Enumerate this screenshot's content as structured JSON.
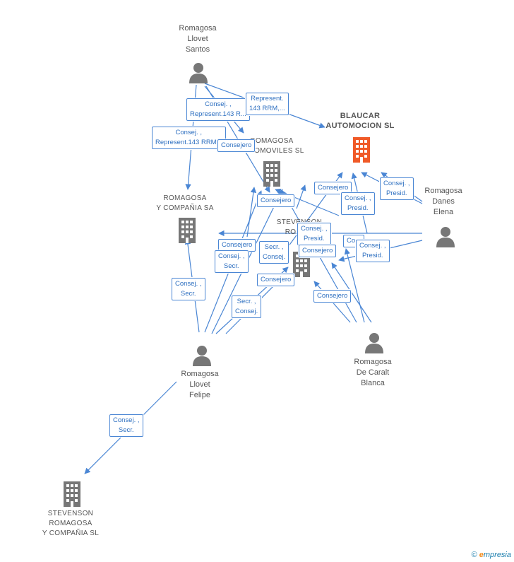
{
  "colors": {
    "edge": "#4a86d4",
    "company": "#777777",
    "main_company": "#f05a28",
    "person": "#777777"
  },
  "nodes": {
    "blaucar": {
      "lines": [
        "BLAUCAR",
        "AUTOMOCION SL"
      ],
      "type": "main-company",
      "icon": "building-icon"
    },
    "romagosa_automoviles": {
      "lines": [
        "ROMAGOSA",
        "AUTOMOVILES SL"
      ],
      "type": "company",
      "icon": "building-icon"
    },
    "romagosa_y_compania": {
      "lines": [
        "ROMAGOSA",
        "Y COMPAÑIA SA"
      ],
      "type": "company",
      "icon": "building-icon"
    },
    "stevenson_romagosa_mid": {
      "lines": [
        "STEVENSON",
        "ROMA..."
      ],
      "type": "company",
      "icon": "building-icon"
    },
    "stevenson_romagosa_y_compania": {
      "lines": [
        "STEVENSON",
        "ROMAGOSA",
        "Y COMPAÑIA SL"
      ],
      "type": "company",
      "icon": "building-icon"
    },
    "santos": {
      "lines": [
        "Romagosa",
        "Llovet",
        "Santos"
      ],
      "type": "person",
      "icon": "person-icon"
    },
    "elena": {
      "lines": [
        "Romagosa",
        "Danes",
        "Elena"
      ],
      "type": "person",
      "icon": "person-icon"
    },
    "felipe": {
      "lines": [
        "Romagosa",
        "Llovet",
        "Felipe"
      ],
      "type": "person",
      "icon": "person-icon"
    },
    "blanca": {
      "lines": [
        "Romagosa",
        "De Caralt",
        "Blanca"
      ],
      "type": "person",
      "icon": "person-icon"
    }
  },
  "edge_labels": [
    {
      "lines": [
        "Consej. ,",
        "Represent.143 R..."
      ]
    },
    {
      "lines": [
        "Represent.",
        "143 RRM,..."
      ]
    },
    {
      "lines": [
        "Consej. ,",
        "Represent.143 RRM..."
      ]
    },
    {
      "lines": [
        "Consejero"
      ]
    },
    {
      "lines": [
        "Consejero"
      ]
    },
    {
      "lines": [
        "Consej. ,",
        "Presid."
      ]
    },
    {
      "lines": [
        "Consej. ,",
        "Presid."
      ]
    },
    {
      "lines": [
        "Consejero"
      ]
    },
    {
      "lines": [
        "Consej. ,",
        "Presid."
      ]
    },
    {
      "lines": [
        "Consejero"
      ]
    },
    {
      "lines": [
        "Consejero"
      ]
    },
    {
      "lines": [
        "Consej. ,",
        "Secr."
      ]
    },
    {
      "lines": [
        "Secr. ,",
        "Consej."
      ]
    },
    {
      "lines": [
        "Consej. ,",
        "Presid."
      ]
    },
    {
      "lines": [
        "Consejero"
      ]
    },
    {
      "lines": [
        "Consej. ,",
        "Secr."
      ]
    },
    {
      "lines": [
        "Consejero"
      ]
    },
    {
      "lines": [
        "Secr. ,",
        "Consej."
      ]
    },
    {
      "lines": [
        "Consejero"
      ]
    },
    {
      "lines": [
        "Consej. ,",
        "Secr."
      ]
    },
    {
      "lines": [
        "Co..."
      ]
    }
  ],
  "footer": {
    "copyright": "©",
    "brand_e": "e",
    "brand_rest": "mpresia"
  }
}
